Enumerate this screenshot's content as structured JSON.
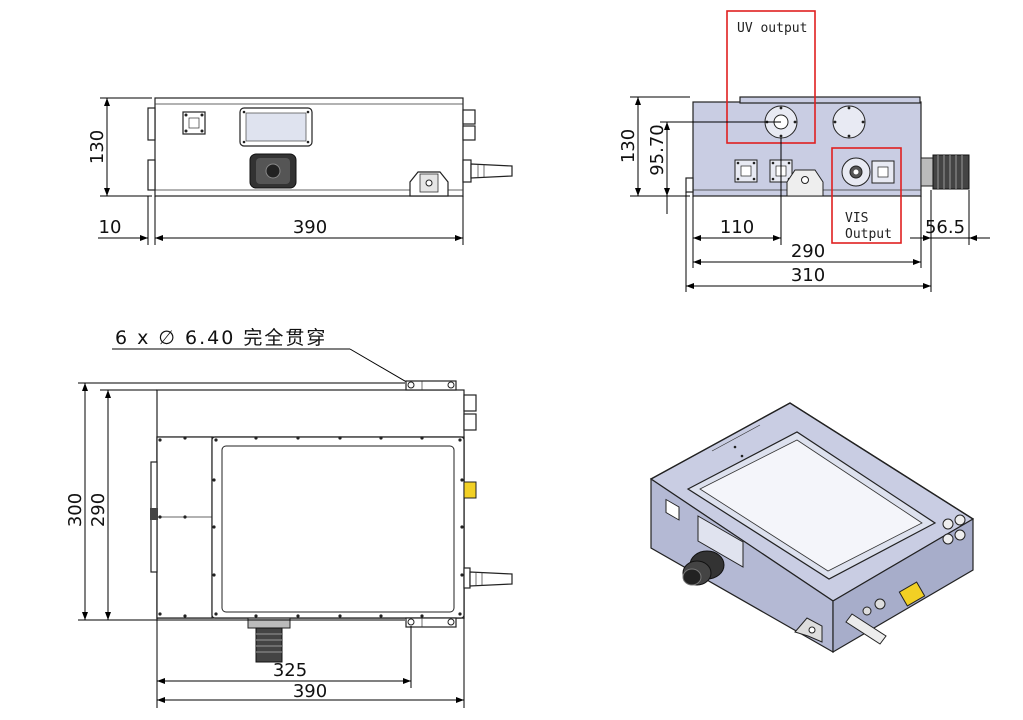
{
  "drawing": {
    "side_view": {
      "height_label": "130",
      "offset_label": "10",
      "length_label": "390"
    },
    "front_view": {
      "height_label": "130",
      "uv_height_label": "95.70",
      "uv_output_label": "UV output",
      "vis_output_label_line1": "VIS",
      "vis_output_label_line2": "Output",
      "offset_110_label": "110",
      "width_290_label": "290",
      "width_310_label": "310",
      "protrusion_label": "56.5"
    },
    "top_view": {
      "hole_note": "6 x ∅ 6.40 完全贯穿",
      "depth_300_label": "300",
      "depth_290_label": "290",
      "hole_spacing_label": "325",
      "length_label": "390"
    },
    "colors": {
      "line": "#000000",
      "highlight": "#e02020",
      "housing_fill": "#c9cde3",
      "connector_yellow": "#f2d024"
    }
  }
}
